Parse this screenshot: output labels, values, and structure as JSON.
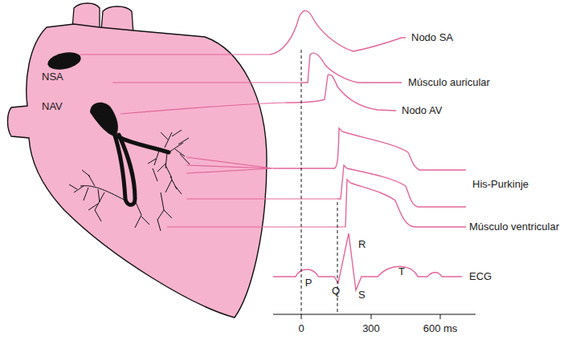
{
  "diagram": {
    "labels": [
      "NSA",
      "NAV",
      "Nodo SA",
      "Músculo auricular",
      "Nodo AV",
      "His-Purkinje",
      "Músculo ventricular",
      "P",
      "Q",
      "R",
      "S",
      "T",
      "ECG",
      "0",
      "300",
      "600 ms"
    ]
  }
}
